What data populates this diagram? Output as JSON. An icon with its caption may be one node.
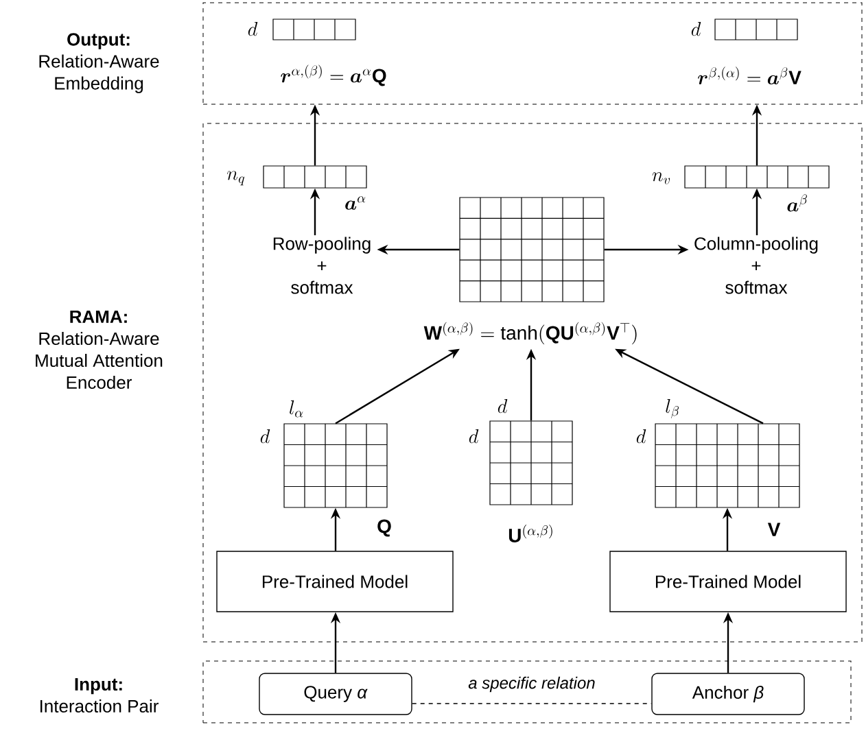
{
  "diagram": {
    "nodes": [
      {
        "text": [
          "Output:",
          "Relation-Aware Embedding"
        ]
      },
      {
        "text": [
          "RAMA:",
          "Relation-Aware Mutual Attention Encoder"
        ]
      },
      {
        "text": [],
        "shape": "box",
        "in": 1,
        "beside": [
          "n_q",
          "\\boldsymbol{a}^{\\alpha}"
        ]
      },
      {
        "text": [
          "Row-pooling + softmax"
        ],
        "in": 1
      },
      {
        "text": [],
        "shape": "box",
        "in": 1
      },
      {
        "text": [],
        "shape": "box",
        "in": 1,
        "beside": [
          "n_v",
          "\\boldsymbol{a}^{\\beta}"
        ]
      },
      {
        "text": [
          "Column-pooling + softmax"
        ],
        "in": 1
      },
      {
        "text": [
          "\\mathbf{W}^{(\\alpha,\\beta)} = \\tanh(\\mathbf{Q}\\mathbf{U}^{(\\alpha,\\beta)}\\mathbf{V}^{\\top})"
        ],
        "in": 1
      },
      {
        "text": [],
        "shape": "box",
        "in": 1,
        "beside": [
          "l_{\\alpha}",
          "d",
          "\\mathbf{Q}"
        ]
      },
      {
        "text": [],
        "shape": "box",
        "in": 1,
        "beside": [
          "d",
          "d",
          "\\mathbf{U}^{(\\alpha,\\beta)}"
        ]
      },
      {
        "text": [],
        "shape": "box",
        "in": 1,
        "beside": [
          "l_{\\beta}",
          "d",
          "\\mathbf{V}"
        ]
      },
      {
        "text": [
          "Pre-Trained Model"
        ],
        "in": 1
      },
      {
        "text": [
          "Pre-Trained Model"
        ],
        "in": 1
      },
      {
        "text": [
          "Input:",
          "Interaction Pair"
        ]
      },
      {
        "text": [
          "Query *α*"
        ],
        "in": 13
      },
      {
        "text": [
          "Anchor *β*"
        ],
        "in": 13
      }
    ],
    "edges": [
      {
        "from": 2,
        "to": 0,
        "arrow": "to"
      },
      {
        "from": 3,
        "to": 2,
        "arrow": "to"
      },
      {
        "from": 4,
        "to": 3,
        "arrow": "to"
      },
      {
        "from": 4,
        "to": 6,
        "arrow": "to"
      },
      {
        "from": 6,
        "to": 5,
        "arrow": "to"
      },
      {
        "from": 5,
        "to": 0,
        "arrow": "to"
      },
      {
        "from": 8,
        "to": 7,
        "arrow": "to"
      },
      {
        "from": 9,
        "to": 7,
        "arrow": "to"
      },
      {
        "from": 10,
        "to": 7,
        "arrow": "to"
      },
      {
        "from": 11,
        "to": 8,
        "arrow": "to"
      },
      {
        "from": 12,
        "to": 10,
        "arrow": "to"
      },
      {
        "from": 14,
        "to": 11,
        "arrow": "to"
      },
      {
        "from": 15,
        "to": 12,
        "arrow": "to"
      },
      {
        "from": 14,
        "to": 15,
        "arrow": "none",
        "style": "dashed",
        "label": "a specific relation"
      }
    ],
    "labels": [
      "d",
      "\\boldsymbol{r}^{\\alpha,(\\beta)} = \\boldsymbol{a}^{\\alpha}\\mathbf{Q}",
      "d",
      "\\boldsymbol{r}^{\\beta,(\\alpha)} = \\boldsymbol{a}^{\\beta}\\mathbf{V}"
    ]
  }
}
